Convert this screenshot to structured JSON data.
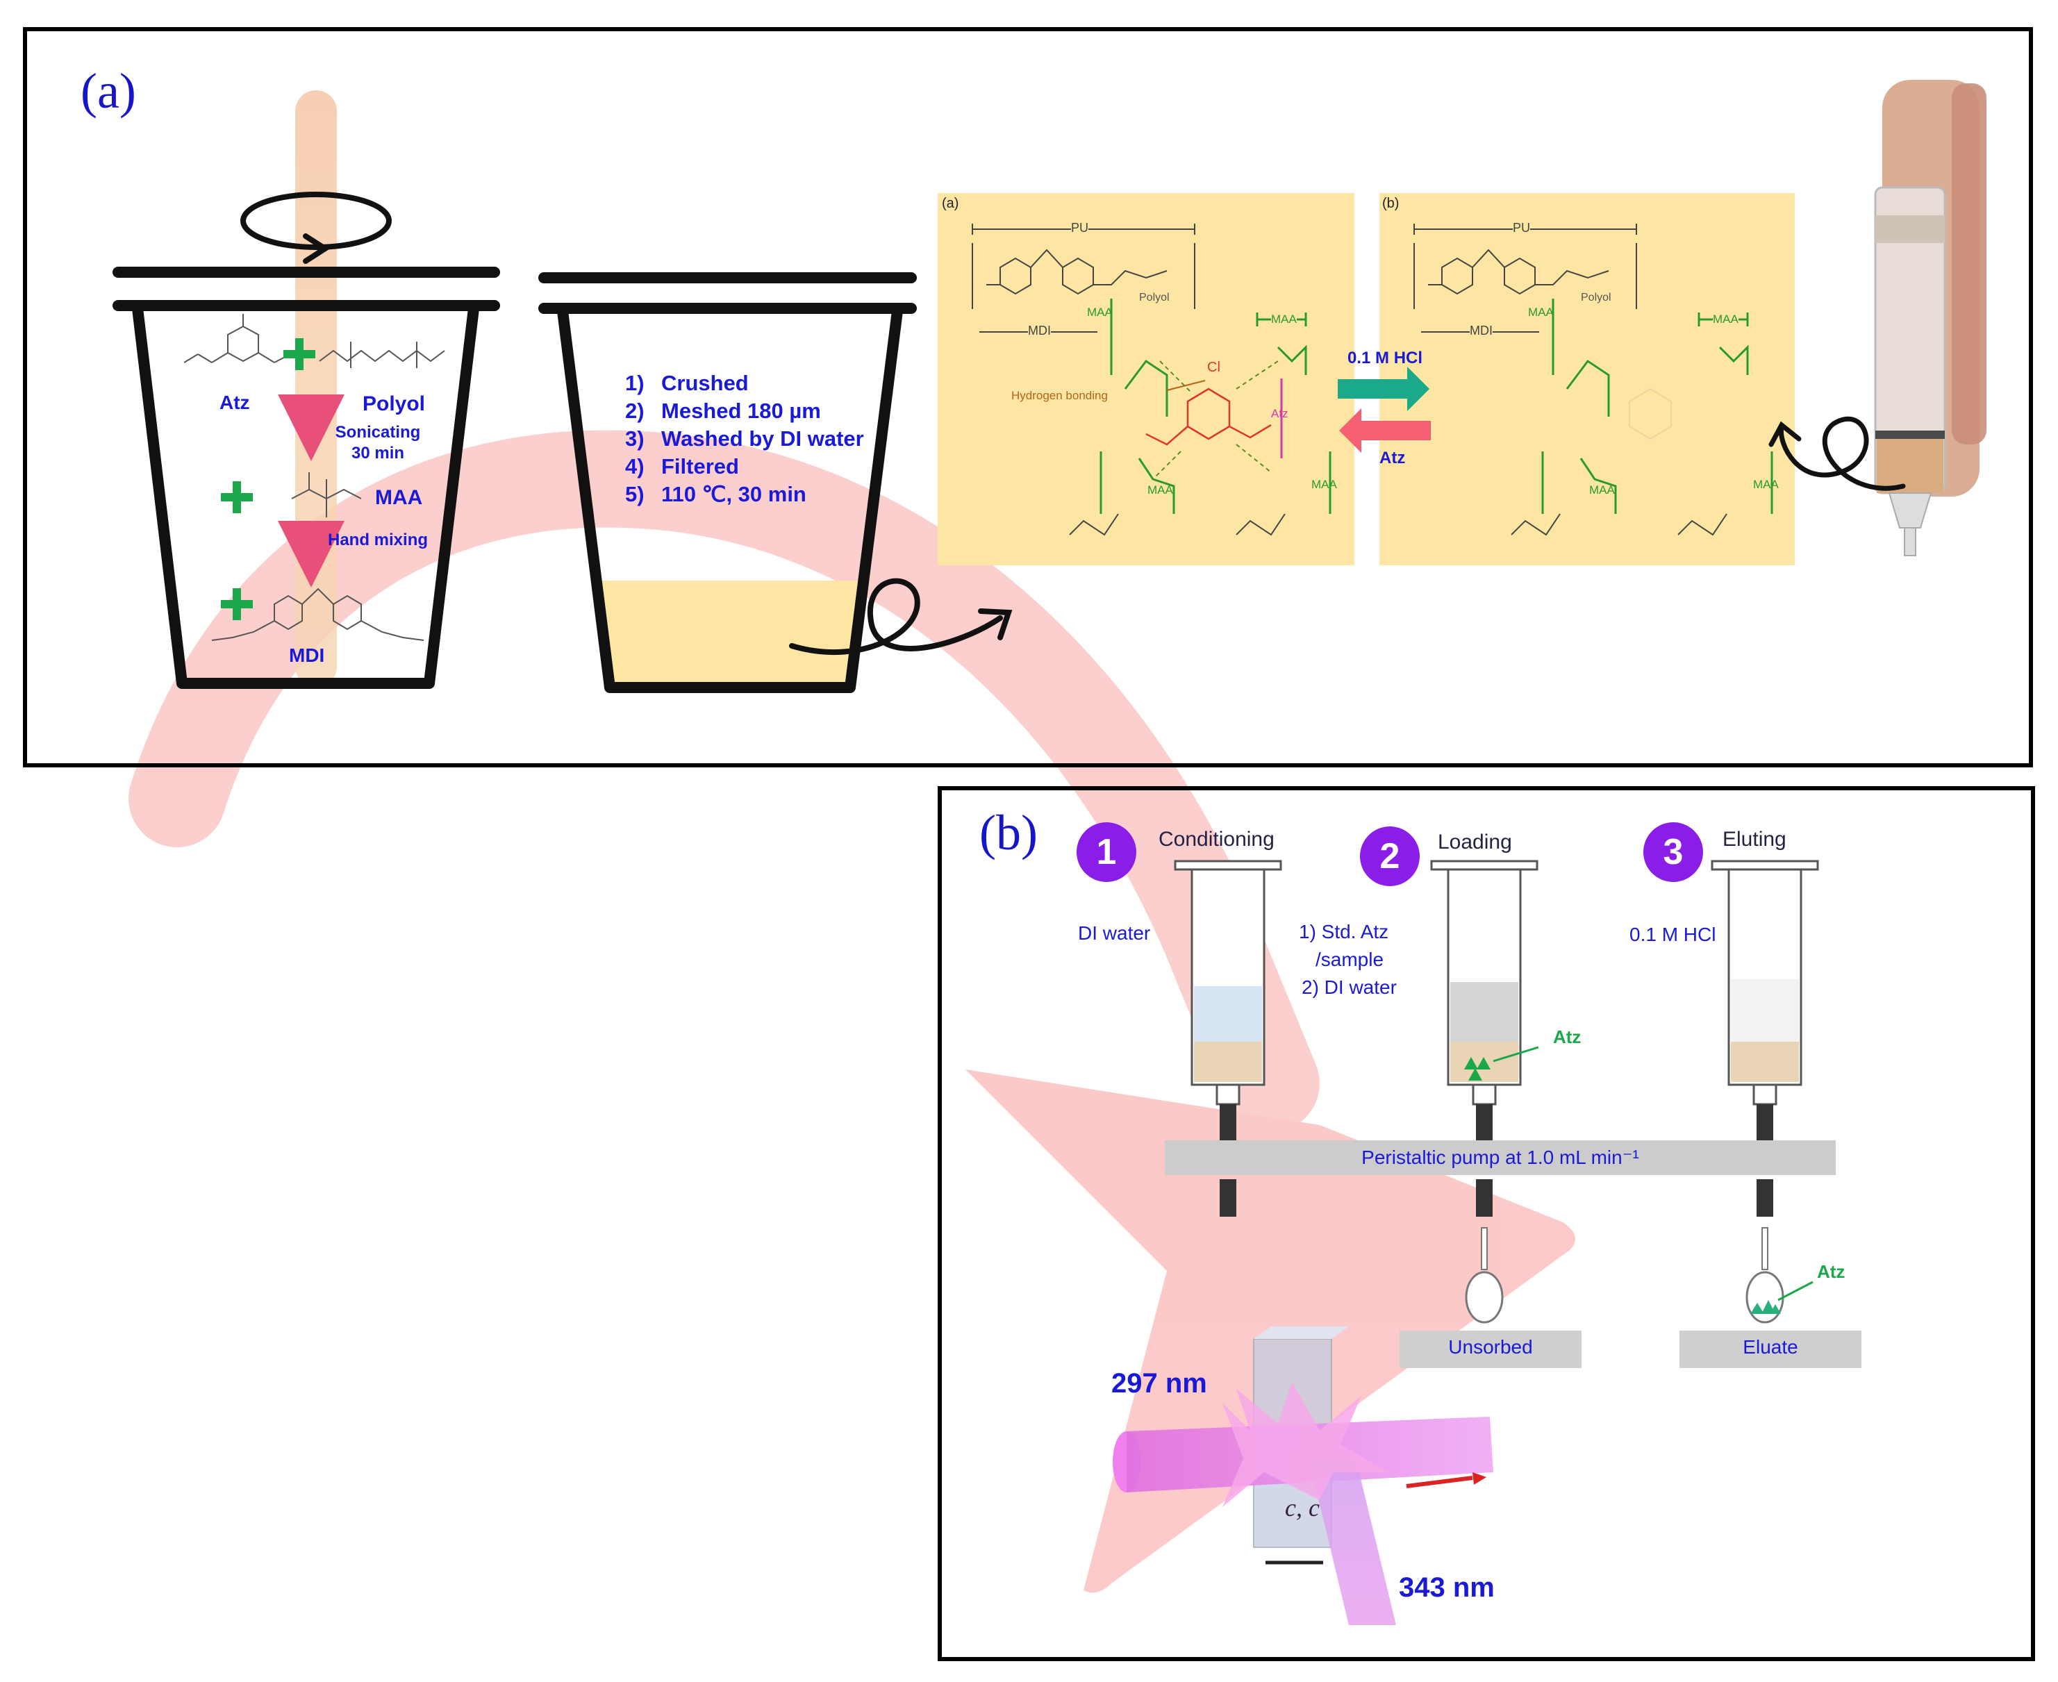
{
  "panel_a": {
    "label": "(a)",
    "cup1": {
      "reagents": [
        "Atz",
        "Polyol",
        "MAA",
        "MDI"
      ],
      "step1": "Sonicating 30 min",
      "step2": "Hand mixing"
    },
    "cup2_steps": [
      {
        "num": "1)",
        "text": "Crushed"
      },
      {
        "num": "2)",
        "text": "Meshed 180 µm"
      },
      {
        "num": "3)",
        "text": "Washed by DI water"
      },
      {
        "num": "4)",
        "text": "Filtered"
      },
      {
        "num": "5)",
        "text": "110 ℃, 30 min"
      }
    ],
    "scheme": {
      "left_label": "(a)",
      "right_label": "(b)",
      "pu": "PU",
      "mdi": "MDI",
      "polyol": "Polyol",
      "maa": "MAA",
      "hydrogen_bonding": "Hydrogen bonding",
      "atz": "Atz",
      "cl": "Cl",
      "forward_label": "0.1 M HCl",
      "reverse_label": "Atz"
    }
  },
  "panel_b": {
    "label": "(b)",
    "steps": [
      {
        "num": "1",
        "title": "Conditioning",
        "input": "DI water"
      },
      {
        "num": "2",
        "title": "Loading",
        "input_lines": [
          "1)    Std. Atz",
          "/sample",
          "2) DI water"
        ],
        "analyte": "Atz"
      },
      {
        "num": "3",
        "title": "Eluting",
        "input": "0.1 M HCl",
        "analyte": "Atz"
      }
    ],
    "pump": "Peristaltic pump at 1.0 mL min⁻¹",
    "unsorbed": "Unsorbed",
    "eluate": "Eluate",
    "excitation": "297 nm",
    "emission": "343 nm",
    "cuvette_text": "c, c"
  },
  "colors": {
    "frame": "#000000",
    "text_blue": "#1a1ad6",
    "plus_green": "#1aa84a",
    "pink_arrow": "#ea4f7a",
    "beige_panel": "#fde6a4",
    "badge_purple": "#8a1ee8",
    "pump_gray": "#cccccc",
    "big_arrow": "#fbc4c4"
  }
}
